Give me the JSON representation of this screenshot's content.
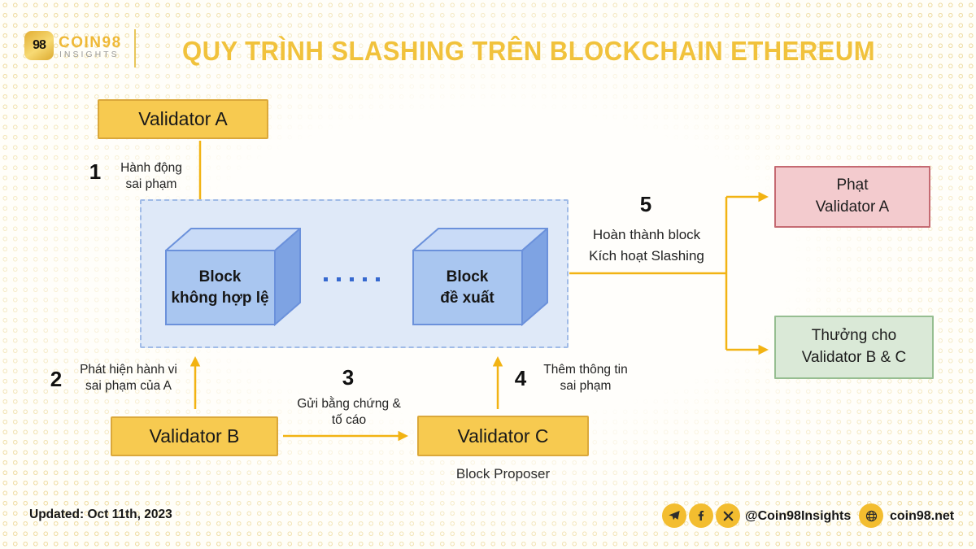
{
  "header": {
    "logo_glyph": "98",
    "brand": "COIN98",
    "brand_sub": "INSIGHTS",
    "title": "QUY TRÌNH SLASHING TRÊN BLOCKCHAIN ETHEREUM"
  },
  "diagram": {
    "validator_a": "Validator A",
    "validator_b": "Validator B",
    "validator_c": "Validator C",
    "validator_c_caption": "Block Proposer",
    "block_invalid": "Block\nkhông hợp lệ",
    "block_proposed": "Block\nđề xuất",
    "penalty_box": "Phạt\nValidator A",
    "reward_box": "Thưởng cho\nValidator B & C",
    "steps": [
      {
        "num": "1",
        "label": "Hành động\nsai phạm"
      },
      {
        "num": "2",
        "label": "Phát hiện hành vi\nsai phạm của A"
      },
      {
        "num": "3",
        "label": "Gửi bằng chứng &\ntố cáo"
      },
      {
        "num": "4",
        "label": "Thêm thông tin\nsai phạm"
      },
      {
        "num": "5",
        "label": "Hoàn thành block\nKích hoạt Slashing"
      }
    ]
  },
  "footer": {
    "updated": "Updated: Oct 11th, 2023",
    "handle": "@Coin98Insights",
    "website": "coin98.net",
    "icons": [
      "telegram-icon",
      "facebook-icon",
      "x-icon",
      "globe-icon"
    ]
  },
  "colors": {
    "accent_gold": "#F1C23C",
    "validator_box_gold": "#F7CA50",
    "arrow_gold": "#F2B313",
    "chain_container_blue": "#DFE9F8",
    "cube_front_blue": "#A9C6F0",
    "penalty_pink": "#F3CBCE",
    "penalty_border": "#C56A72",
    "reward_green": "#DAE9D7",
    "reward_border": "#96BE91",
    "dot_pattern": "#F0DFA9"
  }
}
